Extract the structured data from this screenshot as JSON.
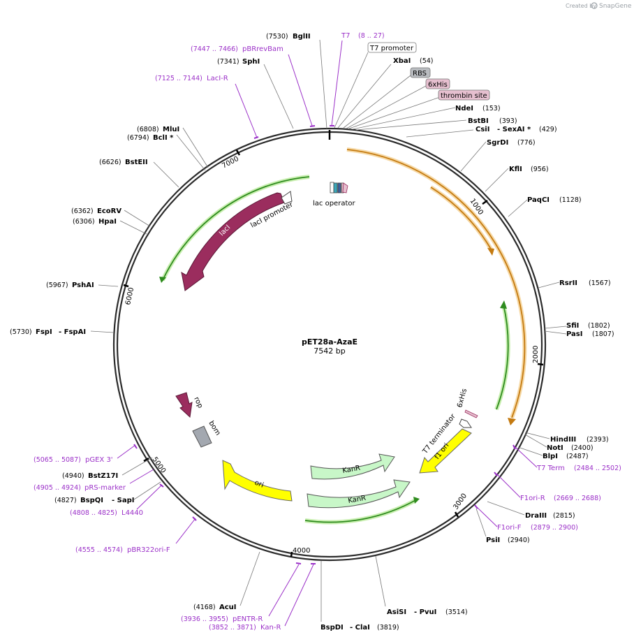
{
  "watermark": {
    "created_by": "Created by",
    "app": "SnapGene"
  },
  "plasmid": {
    "name": "pET28a-AzaE",
    "length": "7542 bp"
  },
  "ticks": [
    "1000",
    "2000",
    "3000",
    "4000",
    "5000",
    "6000",
    "7000"
  ],
  "features": {
    "laci": "lacI",
    "laci_promoter": "lacI promoter",
    "lac_operator": "lac operator",
    "rop": "rop",
    "bom": "bom",
    "ori": "ori",
    "kanr_1": "KanR",
    "kanr_2": "KanR",
    "f1_ori": "f1 ori",
    "t7_terminator": "T7 terminator",
    "his_tag_small": "6xHis"
  },
  "boxed_labels": {
    "t7_promoter": "T7 promoter",
    "rbs": "RBS",
    "his": "6xHis",
    "thrombin": "thrombin site"
  },
  "sites": {
    "bglii": {
      "coord": "(7530)",
      "name": "BglII"
    },
    "sphi": {
      "coord": "(7341)",
      "name": "SphI"
    },
    "xbai": {
      "name": "XbaI",
      "coord": "(54)"
    },
    "ndei": {
      "name": "NdeI",
      "coord": "(153)"
    },
    "bstbi": {
      "name": "BstBI",
      "coord": "(393)"
    },
    "csii": {
      "name": "CsiI",
      "name2": "- SexAI *",
      "coord": "(429)"
    },
    "sgrdi": {
      "name": "SgrDI",
      "coord": "(776)"
    },
    "kfli": {
      "name": "KflI",
      "coord": "(956)"
    },
    "paqci": {
      "name": "PaqCI",
      "coord": "(1128)"
    },
    "rsrii": {
      "name": "RsrII",
      "coord": "(1567)"
    },
    "sfii": {
      "name": "SfiI",
      "coord": "(1802)"
    },
    "pasi": {
      "name": "PasI",
      "coord": "(1807)"
    },
    "hindiii": {
      "name": "HindIII",
      "coord": "(2393)"
    },
    "noti": {
      "name": "NotI",
      "coord": "(2400)"
    },
    "blpi": {
      "name": "BlpI",
      "coord": "(2487)"
    },
    "draiii": {
      "name": "DraIII",
      "coord": "(2815)"
    },
    "psii": {
      "name": "PsiI",
      "coord": "(2940)"
    },
    "asisi": {
      "name": "AsiSI",
      "name2": "- PvuI",
      "coord": "(3514)"
    },
    "bspdi": {
      "name": "BspDI",
      "name2": "- ClaI",
      "coord": "(3819)"
    },
    "acui": {
      "coord": "(4168)",
      "name": "AcuI"
    },
    "bspqi": {
      "coord": "(4827)",
      "name": "BspQI",
      "name2": "- SapI"
    },
    "bstz17i": {
      "coord": "(4940)",
      "name": "BstZ17I"
    },
    "fspi": {
      "coord": "(5730)",
      "name": "FspI",
      "name2": "- FspAI"
    },
    "pshai": {
      "coord": "(5967)",
      "name": "PshAI"
    },
    "hpai": {
      "coord": "(6306)",
      "name": "HpaI"
    },
    "ecorv": {
      "coord": "(6362)",
      "name": "EcoRV"
    },
    "bsteii": {
      "coord": "(6626)",
      "name": "BstEII"
    },
    "bcli": {
      "coord": "(6794)",
      "name": "BclI *"
    },
    "mlui": {
      "coord": "(6808)",
      "name": "MluI"
    }
  },
  "primers": {
    "t7": {
      "name": "T7",
      "coord": "(8 .. 27)"
    },
    "pbrrevbam": {
      "coord": "(7447 .. 7466)",
      "name": "pBRrevBam"
    },
    "laci_r": {
      "coord": "(7125 .. 7144)",
      "name": "LacI-R"
    },
    "t7_term": {
      "name": "T7 Term",
      "coord": "(2484 .. 2502)"
    },
    "f1ori_r": {
      "name": "F1ori-R",
      "coord": "(2669 .. 2688)"
    },
    "f1ori_f": {
      "name": "F1ori-F",
      "coord": "(2879 .. 2900)"
    },
    "pentr_r": {
      "coord": "(3936 .. 3955)",
      "name": "pENTR-R"
    },
    "kan_r": {
      "coord": "(3852 .. 3871)",
      "name": "Kan-R"
    },
    "pbr322ori_f": {
      "coord": "(4555 .. 4574)",
      "name": "pBR322ori-F"
    },
    "l4440": {
      "coord": "(4808 .. 4825)",
      "name": "L4440"
    },
    "prs_marker": {
      "coord": "(4905 .. 4924)",
      "name": "pRS-marker"
    },
    "pgex3": {
      "coord": "(5065 .. 5087)",
      "name": "pGEX 3'"
    }
  },
  "colors": {
    "backbone": "#2b2b2b",
    "laci": "#9b2d5e",
    "ori": "#ffff00",
    "kanr": "#c8f7c8",
    "orf_green": "#2e8b1e",
    "orf_orange": "#d98b18",
    "primer": "#9b30c8",
    "bom": "#a3a8b0"
  }
}
